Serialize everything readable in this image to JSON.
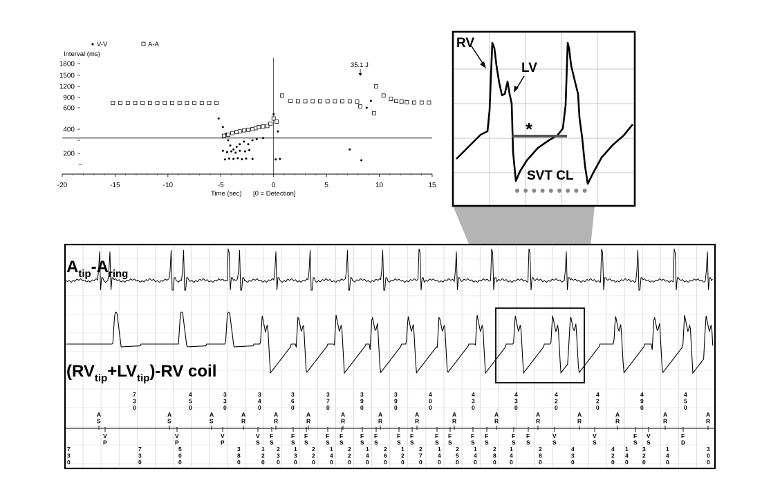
{
  "chart_data": [
    {
      "type": "scatter",
      "ylabel": "Interval (ms)",
      "xlabel": "Time (sec)",
      "xlabel_note": "[0 = Detection]",
      "xlim": [
        -20,
        15
      ],
      "x_ticks": [
        -20,
        -15,
        -10,
        -5,
        0,
        5,
        10,
        15
      ],
      "y_ticks": [
        200,
        300,
        400,
        600,
        900,
        1200,
        1500,
        1800
      ],
      "y_tick_labels": [
        "200",
        "",
        "400",
        "600",
        "900",
        "1200",
        "1500",
        "1800"
      ],
      "detection_line_ms": 320,
      "annotation": {
        "text": "35.1 J",
        "x": 8.2,
        "y": 1500
      },
      "legend": [
        {
          "label": "V-V",
          "marker": "dot"
        },
        {
          "label": "A-A",
          "marker": "open-square"
        }
      ],
      "series": [
        {
          "name": "V-V",
          "marker": "dot",
          "points": [
            [
              -5.2,
              500
            ],
            [
              -4.8,
              420
            ],
            [
              -4.5,
              360
            ],
            [
              -4.3,
              300
            ],
            [
              -4.1,
              260
            ],
            [
              -3.8,
              230
            ],
            [
              -3.5,
              250
            ],
            [
              -3.2,
              270
            ],
            [
              -2.8,
              290
            ],
            [
              -2.4,
              270
            ],
            [
              -2.0,
              300
            ],
            [
              -1.6,
              310
            ],
            [
              -1.0,
              320
            ],
            [
              -4.8,
              220
            ],
            [
              -4.4,
              210
            ],
            [
              -4.0,
              215
            ],
            [
              -3.6,
              205
            ],
            [
              -3.2,
              220
            ],
            [
              -2.7,
              215
            ],
            [
              -2.3,
              225
            ],
            [
              -4.6,
              165
            ],
            [
              -4.2,
              170
            ],
            [
              -3.8,
              168
            ],
            [
              -3.4,
              172
            ],
            [
              -3.0,
              166
            ],
            [
              -2.6,
              170
            ],
            [
              -2.0,
              168
            ],
            [
              0.2,
              165
            ],
            [
              0.6,
              168
            ],
            [
              0.4,
              380
            ],
            [
              0.0,
              540
            ],
            [
              7.2,
              230
            ],
            [
              8.3,
              160
            ],
            [
              8.3,
              650
            ],
            [
              8.8,
              600
            ],
            [
              9.2,
              800
            ]
          ]
        },
        {
          "name": "A-A",
          "marker": "open-square",
          "points": [
            [
              -15.2,
              740
            ],
            [
              -14.5,
              740
            ],
            [
              -13.8,
              740
            ],
            [
              -13.1,
              740
            ],
            [
              -12.4,
              740
            ],
            [
              -11.7,
              740
            ],
            [
              -11.0,
              740
            ],
            [
              -10.3,
              740
            ],
            [
              -9.6,
              740
            ],
            [
              -8.9,
              740
            ],
            [
              -8.2,
              740
            ],
            [
              -7.5,
              740
            ],
            [
              -6.8,
              740
            ],
            [
              -6.1,
              740
            ],
            [
              -5.4,
              740
            ],
            [
              -4.7,
              340
            ],
            [
              -4.3,
              350
            ],
            [
              -3.9,
              365
            ],
            [
              -3.5,
              375
            ],
            [
              -3.2,
              380
            ],
            [
              -2.8,
              390
            ],
            [
              -2.4,
              395
            ],
            [
              -2.0,
              400
            ],
            [
              -1.7,
              410
            ],
            [
              -1.4,
              420
            ],
            [
              -1.0,
              425
            ],
            [
              -0.6,
              430
            ],
            [
              -0.3,
              450
            ],
            [
              0.0,
              500
            ],
            [
              0.3,
              470
            ],
            [
              0.8,
              950
            ],
            [
              1.6,
              800
            ],
            [
              2.3,
              790
            ],
            [
              3.0,
              790
            ],
            [
              3.7,
              790
            ],
            [
              4.4,
              790
            ],
            [
              5.1,
              790
            ],
            [
              5.8,
              790
            ],
            [
              6.5,
              790
            ],
            [
              7.2,
              790
            ],
            [
              7.9,
              780
            ],
            [
              8.2,
              640
            ],
            [
              9.5,
              550
            ],
            [
              9.7,
              1200
            ],
            [
              10.4,
              950
            ],
            [
              11.1,
              860
            ],
            [
              11.6,
              800
            ],
            [
              12.1,
              780
            ],
            [
              12.6,
              760
            ],
            [
              13.3,
              750
            ],
            [
              14.0,
              750
            ],
            [
              14.7,
              750
            ]
          ]
        }
      ]
    },
    {
      "type": "line",
      "subtype": "ecg-tracing",
      "channels": [
        {
          "name": "A_tip-A_ring",
          "label_main": "A",
          "label_sub1": "tip",
          "label_dash": "-A",
          "label_sub2": "ring"
        },
        {
          "name": "(RV_tip+LV_tip)-RV coil",
          "label_p1": "(RV",
          "label_sub1": "tip",
          "label_p2": "+LV",
          "label_sub2": "tip",
          "label_p3": ")-RV coil"
        }
      ],
      "atrial_intervals": [
        "730",
        "450",
        "330",
        "340",
        "360",
        "370",
        "390",
        "390",
        "400",
        "430",
        "430",
        "420",
        "420",
        "490",
        "450"
      ],
      "atrial_markers": [
        "AS",
        "AS",
        "AS",
        "AR",
        "AR",
        "AR",
        "AR",
        "AR",
        "AR",
        "AR",
        "AR",
        "AR",
        "AR",
        "AR",
        "AR",
        "AR"
      ],
      "ventricular_markers": [
        "VP",
        "VP",
        "VP",
        "VS",
        "FS",
        "FS",
        "FS",
        "FS",
        "FS",
        "FS",
        "FS",
        "FS",
        "FS",
        "FS",
        "FS",
        "FS",
        "FS",
        "FS",
        "FS",
        "VS",
        "VS",
        "FS",
        "VS",
        "FD"
      ],
      "ventricular_intervals": [
        "730",
        "730",
        "500",
        "380",
        "120",
        "230",
        "130",
        "220",
        "140",
        "220",
        "140",
        "260",
        "120",
        "270",
        "140",
        "250",
        "140",
        "280",
        "140",
        "280",
        "430",
        "420",
        "140",
        "320",
        "140",
        "300"
      ],
      "inset": {
        "labels": [
          "RV",
          "LV",
          "*",
          "SVT CL"
        ]
      }
    }
  ]
}
